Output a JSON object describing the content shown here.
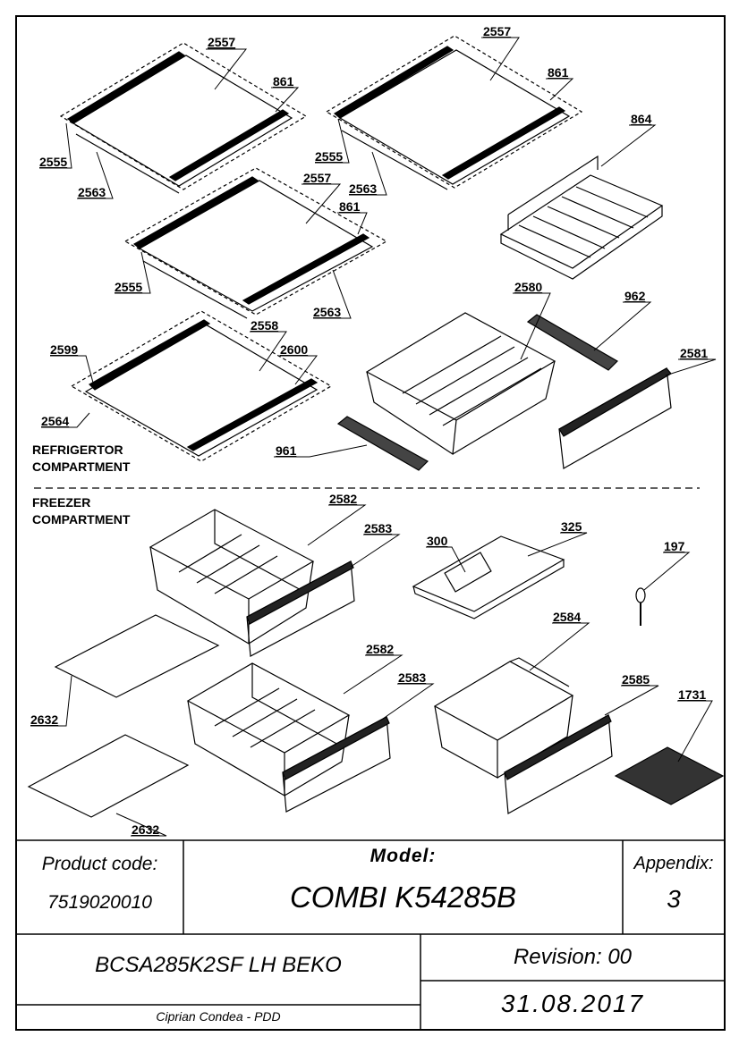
{
  "sections": {
    "refrigerator": [
      "REFRIGERTOR",
      "COMPARTMENT"
    ],
    "freezer": [
      "FREEZER",
      "COMPARTMENT"
    ]
  },
  "labels": {
    "l1": "2557",
    "l2": "861",
    "l3": "2555",
    "l4": "2563",
    "l5": "2557",
    "l6": "861",
    "l7": "2555",
    "l8": "2563",
    "l9": "864",
    "l10": "2557",
    "l11": "861",
    "l12": "2555",
    "l13": "2563",
    "l14": "2580",
    "l15": "962",
    "l16": "2599",
    "l17": "2558",
    "l18": "2600",
    "l19": "2581",
    "l20": "2564",
    "l21": "961",
    "l22": "2582",
    "l23": "2583",
    "l24": "300",
    "l25": "325",
    "l26": "197",
    "l27": "2632",
    "l28": "2582",
    "l29": "2583",
    "l30": "2584",
    "l31": "2585",
    "l32": "1731",
    "l33": "2632"
  },
  "titleblock": {
    "product_code_label": "Product code:",
    "product_code": "7519020010",
    "model_label": "Model:",
    "model": "COMBI K54285B",
    "appendix_label": "Appendix:",
    "appendix": "3",
    "description": "BCSA285K2SF LH BEKO",
    "revision": "Revision: 00",
    "date": "31.08.2017",
    "author": "Ciprian Condea - PDD"
  }
}
